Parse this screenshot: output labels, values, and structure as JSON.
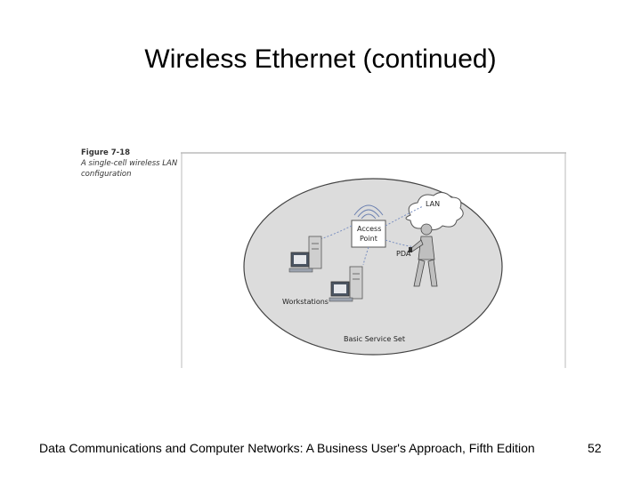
{
  "slide": {
    "title": "Wireless Ethernet (continued)"
  },
  "figure": {
    "number": "Figure 7-18",
    "caption": "A single-cell wireless LAN configuration",
    "labels": {
      "lan": "LAN",
      "access_point_line1": "Access",
      "access_point_line2": "Point",
      "pda": "PDA",
      "workstations": "Workstations",
      "basic_service_set": "Basic Service Set"
    }
  },
  "footer": {
    "text": "Data Communications and Computer Networks: A Business User's Approach, Fifth Edition",
    "page_number": "52"
  }
}
